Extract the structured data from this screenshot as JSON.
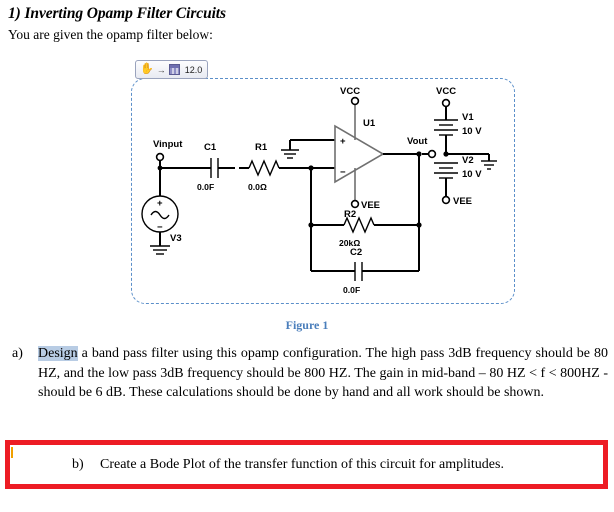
{
  "document": {
    "title": "1)  Inverting Opamp Filter Circuits",
    "intro": "You are given the opamp filter below:",
    "figure_caption": "Figure 1",
    "figure_caption_color": "#4a7ebb",
    "figure_border_color": "#5b8fc9",
    "highlight_color": "#ed1c24"
  },
  "toolbar": {
    "hand_icon": "pan-hand-icon",
    "arrow_icon": "arrow-right-icon",
    "grid_icon": "grid-icon",
    "zoom_value": "12.0"
  },
  "circuit": {
    "nodes": {
      "vinput": "Vinput",
      "vout": "Vout",
      "vcc_left": "VCC",
      "vcc_right": "VCC",
      "vee_opamp": "VEE",
      "vee_supply": "VEE"
    },
    "components": [
      {
        "ref": "C1",
        "value": "0.0F",
        "type": "capacitor"
      },
      {
        "ref": "R1",
        "value": "0.0Ω",
        "type": "resistor"
      },
      {
        "ref": "U1",
        "value": "",
        "type": "opamp"
      },
      {
        "ref": "R2",
        "value": "20kΩ",
        "type": "resistor"
      },
      {
        "ref": "C2",
        "value": "0.0F",
        "type": "capacitor"
      },
      {
        "ref": "V3",
        "value": "",
        "type": "ac-source"
      },
      {
        "ref": "V1",
        "value": "10 V",
        "type": "battery"
      },
      {
        "ref": "V2",
        "value": "10 V",
        "type": "battery"
      }
    ],
    "opamp_plus": "+",
    "opamp_minus": "−"
  },
  "items": {
    "a": {
      "marker": "a)",
      "text_before_hl": "",
      "highlighted": "Design",
      "text": " a band pass filter using this opamp configuration. The high pass 3dB frequency should be 80 HZ, and the low pass 3dB frequency should be 800 HZ. The gain in mid-band – 80 HZ < f < 800HZ - should be 6 dB. These calculations should be done by hand and all work should be shown."
    },
    "b": {
      "marker": "b)",
      "text": "Create a Bode Plot of the transfer function of this circuit for amplitudes."
    }
  }
}
